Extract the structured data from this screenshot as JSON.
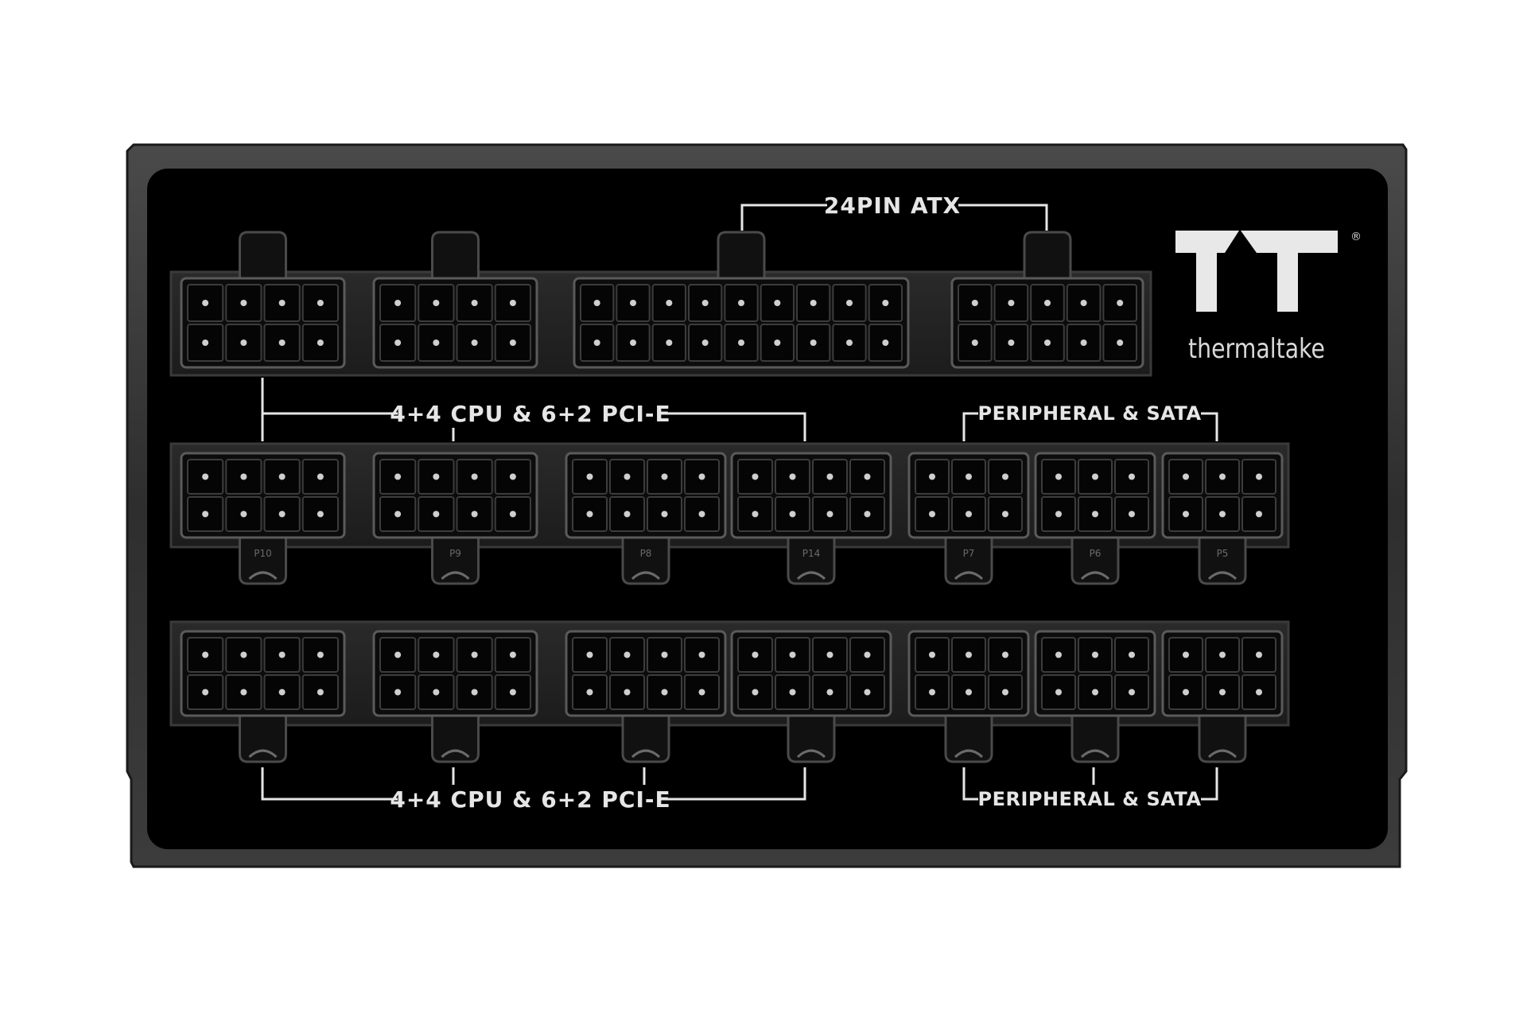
{
  "labels": {
    "atx": "24PIN ATX",
    "cpu_pcie_top": "4+4 CPU & 6+2 PCI-E",
    "peripheral_top": "PERIPHERAL & SATA",
    "cpu_pcie_bottom": "4+4 CPU & 6+2 PCI-E",
    "peripheral_bottom": "PERIPHERAL & SATA"
  },
  "brand": {
    "wordmark": "thermaltake",
    "registered": "®"
  },
  "pin_labels": [
    "P10",
    "P9",
    "P8",
    "P14",
    "P7",
    "P6",
    "P5"
  ],
  "colors": {
    "panel": "#000000",
    "frame": "#3a3a3a",
    "label": "#e6e6e6"
  }
}
